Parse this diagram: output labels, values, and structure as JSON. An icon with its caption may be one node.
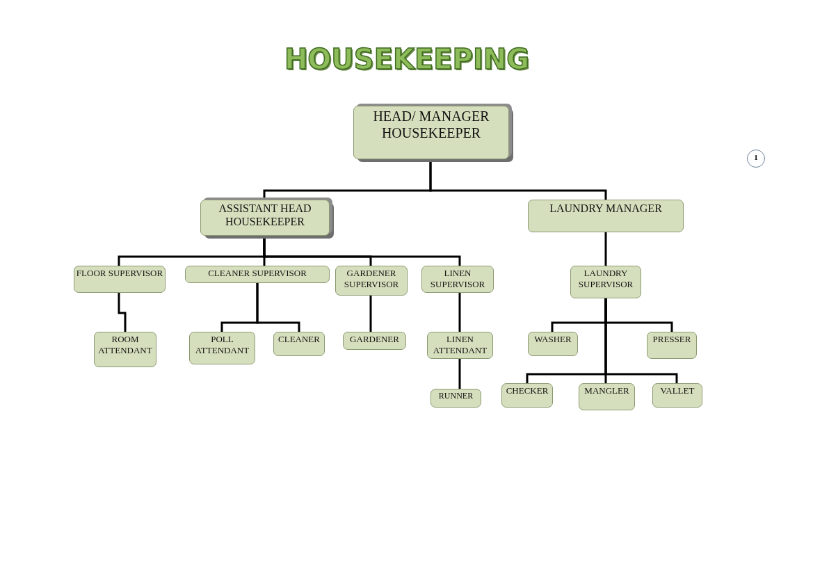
{
  "diagram": {
    "title": "HOUSEKEEPING",
    "nodes": [
      {
        "text": [
          "HEAD/ MANAGER HOUSEKEEPER"
        ]
      },
      {
        "text": [
          "ASSISTANT HEAD HOUSEKEEPER"
        ]
      },
      {
        "text": [
          "LAUNDRY MANAGER"
        ]
      },
      {
        "text": [
          "FLOOR SUPERVISOR"
        ]
      },
      {
        "text": [
          "CLEANER SUPERVISOR"
        ]
      },
      {
        "text": [
          "GARDENER SUPERVISOR"
        ]
      },
      {
        "text": [
          "LINEN SUPERVISOR"
        ]
      },
      {
        "text": [
          "LAUNDRY SUPERVISOR"
        ]
      },
      {
        "text": [
          "ROOM ATTENDANT"
        ]
      },
      {
        "text": [
          "POLL ATTENDANT"
        ]
      },
      {
        "text": [
          "CLEANER"
        ]
      },
      {
        "text": [
          "GARDENER"
        ]
      },
      {
        "text": [
          "LINEN ATTENDANT"
        ]
      },
      {
        "text": [
          "RUNNER"
        ]
      },
      {
        "text": [
          "WASHER"
        ]
      },
      {
        "text": [
          "PRESSER"
        ]
      },
      {
        "text": [
          "CHECKER"
        ]
      },
      {
        "text": [
          "MANGLER"
        ]
      },
      {
        "text": [
          "VALLET"
        ]
      }
    ],
    "edges": [
      {
        "from": 0,
        "to": 1,
        "arrow": "none"
      },
      {
        "from": 0,
        "to": 2,
        "arrow": "none"
      },
      {
        "from": 1,
        "to": 3,
        "arrow": "none"
      },
      {
        "from": 1,
        "to": 4,
        "arrow": "none"
      },
      {
        "from": 1,
        "to": 5,
        "arrow": "none"
      },
      {
        "from": 1,
        "to": 6,
        "arrow": "none"
      },
      {
        "from": 3,
        "to": 8,
        "arrow": "none"
      },
      {
        "from": 4,
        "to": 9,
        "arrow": "none"
      },
      {
        "from": 4,
        "to": 10,
        "arrow": "none"
      },
      {
        "from": 5,
        "to": 11,
        "arrow": "none"
      },
      {
        "from": 6,
        "to": 12,
        "arrow": "none"
      },
      {
        "from": 12,
        "to": 13,
        "arrow": "none"
      },
      {
        "from": 7,
        "to": 14,
        "arrow": "none"
      },
      {
        "from": 7,
        "to": 15,
        "arrow": "none"
      },
      {
        "from": 7,
        "to": 16,
        "arrow": "none"
      },
      {
        "from": 7,
        "to": 17,
        "arrow": "none"
      },
      {
        "from": 7,
        "to": 18,
        "arrow": "none"
      },
      {
        "from": 2,
        "to": 7,
        "arrow": "none"
      }
    ],
    "labels": [
      "1"
    ]
  }
}
